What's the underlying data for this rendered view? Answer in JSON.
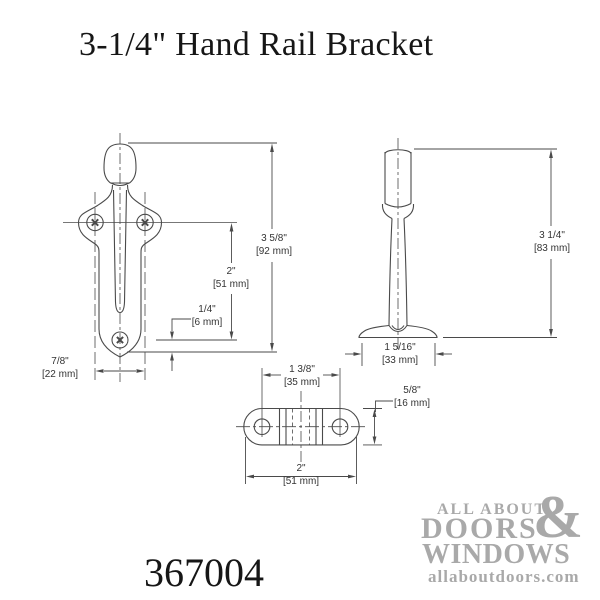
{
  "title": "3-1/4\" Hand Rail Bracket",
  "part_number": "367004",
  "logo": {
    "line1": "ALL ABOUT",
    "ampersand": "&",
    "line2": "DOORS",
    "line3": "WINDOWS",
    "domain": "allaboutdoors.com"
  },
  "dims": {
    "front_overall": {
      "in": "3 5/8\"",
      "mm": "[92 mm]"
    },
    "front_hole_span": {
      "in": "2\"",
      "mm": "[51 mm]"
    },
    "front_tip": {
      "in": "1/4\"",
      "mm": "[6 mm]"
    },
    "front_width": {
      "in": "7/8\"",
      "mm": "[22 mm]"
    },
    "side_height": {
      "in": "3 1/4\"",
      "mm": "[83 mm]"
    },
    "side_base": {
      "in": "1 5/16\"",
      "mm": "[33 mm]"
    },
    "plan_hole_span": {
      "in": "1 3/8\"",
      "mm": "[35 mm]"
    },
    "plan_depth": {
      "in": "5/8\"",
      "mm": "[16 mm]"
    },
    "plan_length": {
      "in": "2\"",
      "mm": "[51 mm]"
    }
  },
  "colors": {
    "line": "#4a4a4a",
    "dim_text": "#343434",
    "heading_text": "#161616",
    "logo_gray": "#a9a9a9",
    "background": "#ffffff"
  }
}
